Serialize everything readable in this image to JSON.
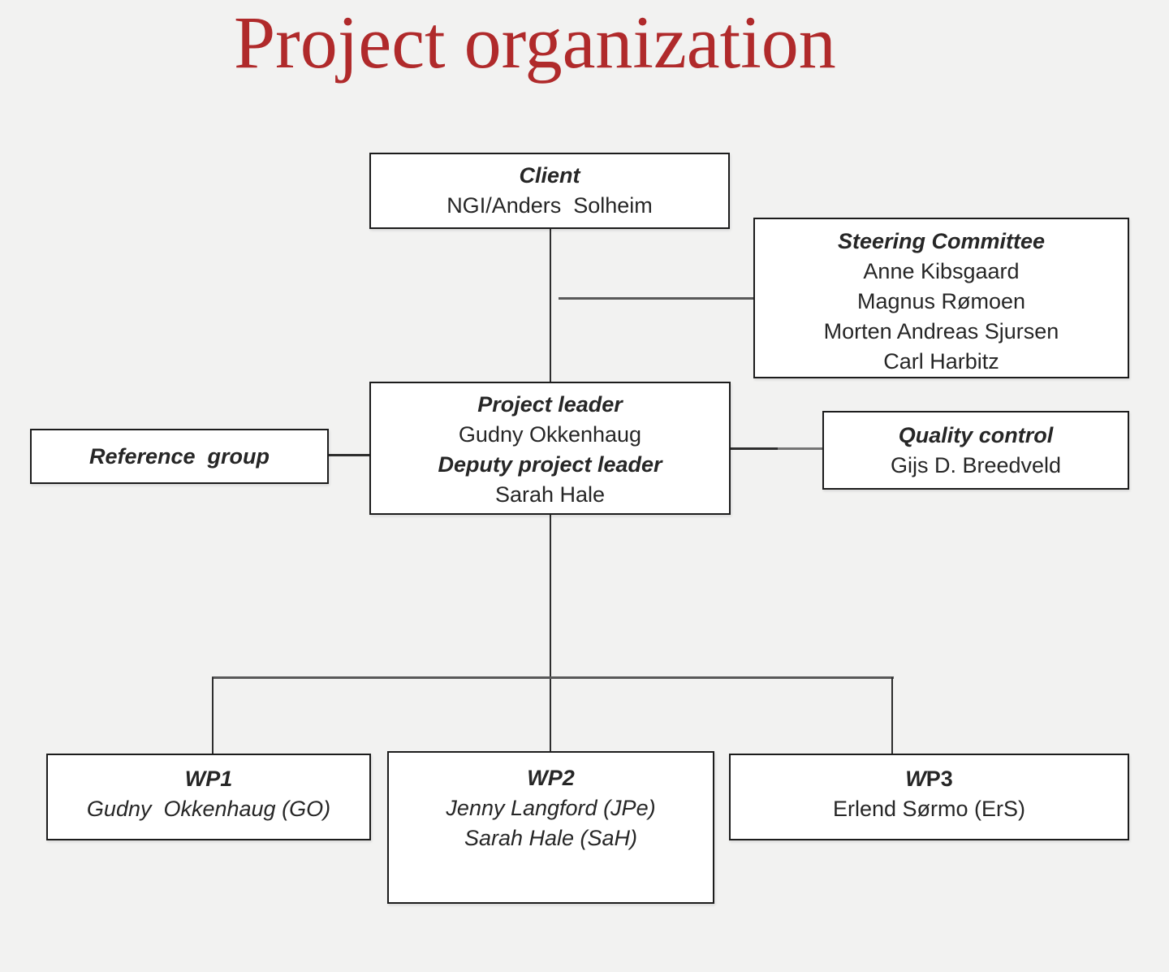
{
  "page": {
    "background_color": "#f2f2f1",
    "title_color": "#b02a2b",
    "connector_dark_color": "#2e2e2e",
    "connector_gray_color": "#595959",
    "box_border_color": "#1c1c1c"
  },
  "title": {
    "text": "Project organization"
  },
  "boxes": {
    "client": {
      "heading": "Client",
      "name": "NGI/Anders  Solheim"
    },
    "steering_committee": {
      "heading": "Steering Committee",
      "members": [
        "Anne Kibsgaard",
        "Magnus Rømoen",
        "Morten Andreas Sjursen",
        "Carl Harbitz"
      ]
    },
    "project_leader": {
      "heading1": "Project leader",
      "name1": "Gudny Okkenhaug",
      "heading2": "Deputy project leader",
      "name2": "Sarah Hale"
    },
    "reference_group": {
      "heading": "Reference  group"
    },
    "quality_control": {
      "heading": "Quality control",
      "name": "Gijs D. Breedveld"
    },
    "wp1": {
      "heading": "WP1",
      "members": [
        "Gudny  Okkenhaug (GO)"
      ]
    },
    "wp2": {
      "heading": "WP2",
      "members": [
        "Jenny Langford (JPe)",
        "Sarah Hale (SaH)"
      ]
    },
    "wp3": {
      "heading_italic_part": "W",
      "heading_upright_part": "P3",
      "members": [
        "Erlend Sørmo (ErS)"
      ]
    }
  }
}
